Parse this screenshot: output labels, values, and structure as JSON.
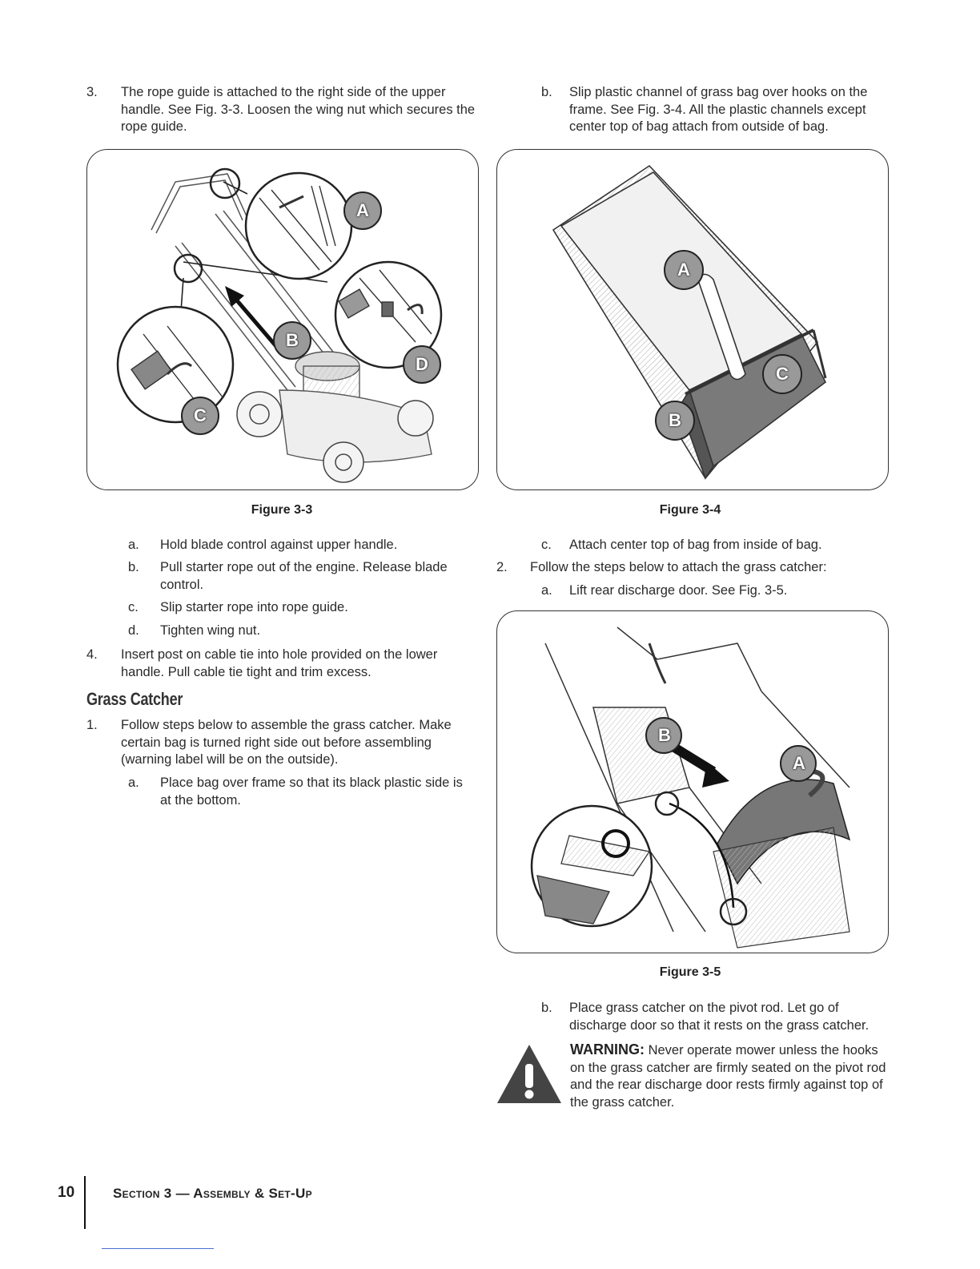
{
  "left_column": {
    "step3": {
      "num": "3.",
      "text": "The rope guide is attached to the right side of the upper handle. See Fig. 3-3. Loosen the wing nut which secures the rope guide."
    },
    "figure_3_3": {
      "caption": "Figure 3-3",
      "callouts": {
        "a": "A",
        "b": "B",
        "c": "C",
        "d": "D"
      }
    },
    "substeps": [
      {
        "num": "a.",
        "text": "Hold blade control against upper handle."
      },
      {
        "num": "b.",
        "text": "Pull starter rope out of the engine. Release blade control."
      },
      {
        "num": "c.",
        "text": "Slip starter rope into rope guide."
      },
      {
        "num": "d.",
        "text": "Tighten wing nut."
      }
    ],
    "step4": {
      "num": "4.",
      "text": "Insert post on cable tie into hole provided on the lower handle. Pull cable tie tight and trim excess."
    },
    "heading": "Grass Catcher",
    "step1": {
      "num": "1.",
      "text": "Follow steps below to assemble the grass catcher. Make certain bag is turned right side out before assembling (warning label will be on the outside)."
    },
    "step1a": {
      "num": "a.",
      "text": "Place bag over frame so that its black plastic side is at the bottom."
    }
  },
  "right_column": {
    "step_b": {
      "num": "b.",
      "text": "Slip plastic channel of grass bag over hooks on the frame. See Fig. 3-4. All the plastic channels except center top of bag attach from outside of bag."
    },
    "figure_3_4": {
      "caption": "Figure 3-4",
      "callouts": {
        "a": "A",
        "b": "B",
        "c": "C"
      }
    },
    "step_c": {
      "num": "c.",
      "text": "Attach center top of bag from inside of bag."
    },
    "step2": {
      "num": "2.",
      "text": "Follow the steps below to attach the grass catcher:"
    },
    "step2a": {
      "num": "a.",
      "text": "Lift rear discharge door. See Fig. 3-5."
    },
    "figure_3_5": {
      "caption": "Figure 3-5",
      "callouts": {
        "a": "A",
        "b": "B"
      }
    },
    "step2b": {
      "num": "b.",
      "text": "Place grass catcher on the pivot rod. Let go of discharge door so that it rests on the grass catcher."
    },
    "warning": {
      "label": "WARNING:",
      "text": " Never operate mower unless the hooks on the grass catcher are firmly seated on the pivot rod and the rear discharge door rests firmly against top of the grass catcher."
    }
  },
  "footer": {
    "page_number": "10",
    "section_title": "Section 3 — Assembly & Set-Up"
  },
  "colors": {
    "callout_fill": "#9a9a9a",
    "line": "#333333"
  },
  "icons": [
    "warning-triangle-icon"
  ]
}
